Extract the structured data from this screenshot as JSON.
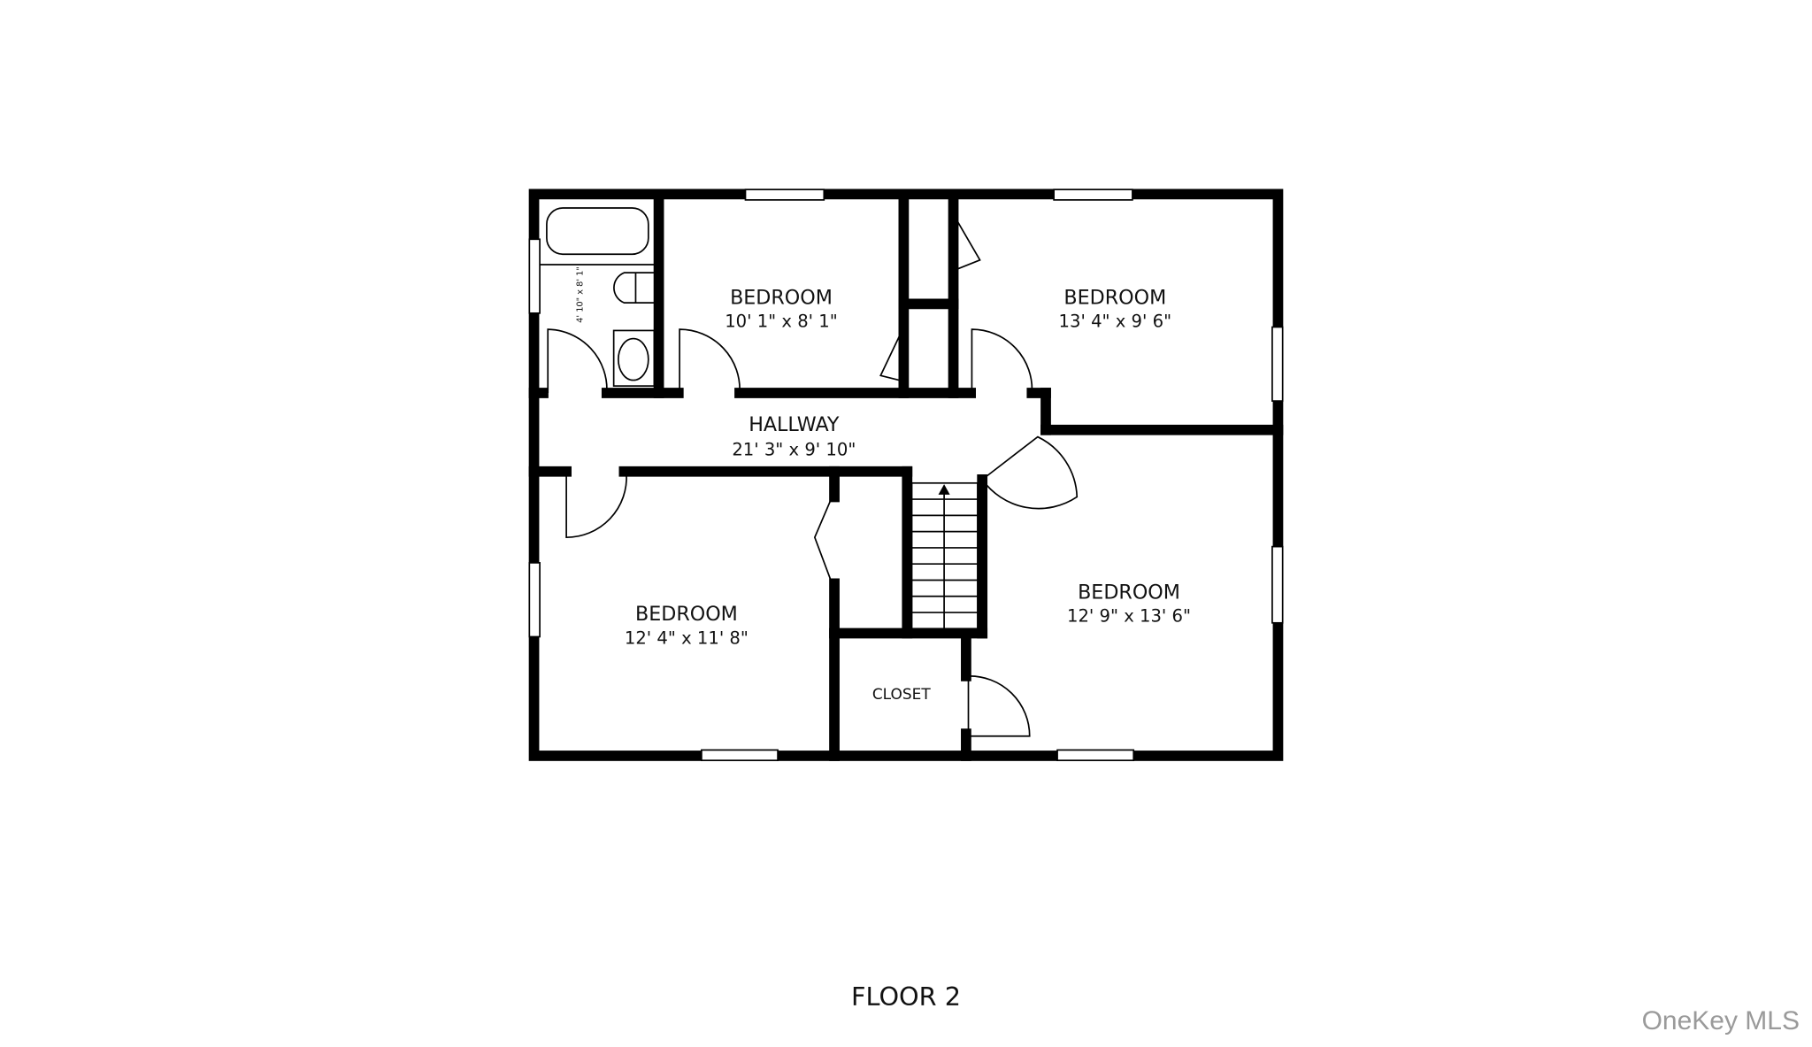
{
  "floor_label": "FLOOR 2",
  "watermark": "OneKey MLS",
  "rooms": [
    {
      "name": "BEDROOM",
      "dims": "10' 1\" x 8' 1\""
    },
    {
      "name": "BEDROOM",
      "dims": "13' 4\" x 9' 6\""
    },
    {
      "name": "HALLWAY",
      "dims": "21' 3\" x 9' 10\""
    },
    {
      "name": "BEDROOM",
      "dims": "12' 4\" x 11' 8\""
    },
    {
      "name": "BEDROOM",
      "dims": "12' 9\" x 13' 6\""
    },
    {
      "name": "CLOSET"
    },
    {
      "name": "",
      "dims": "4' 10\" x 8' 1\""
    }
  ]
}
